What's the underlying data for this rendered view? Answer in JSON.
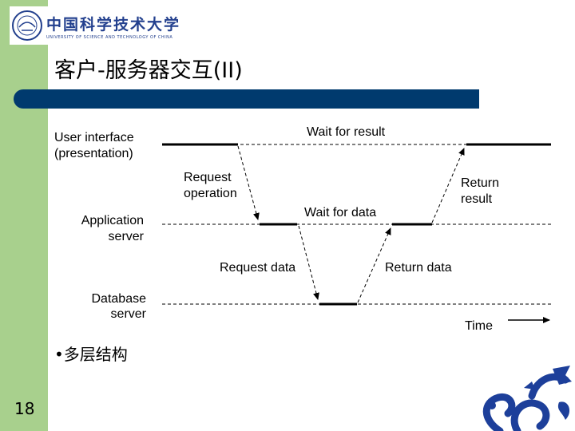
{
  "header": {
    "logo_cn": "中国科学技术大学",
    "logo_en": "UNIVERSITY OF SCIENCE AND TECHNOLOGY OF CHINA"
  },
  "slide": {
    "title": "客户-服务器交互(II)",
    "bullet": "•多层结构",
    "page_number": "18"
  },
  "diagram": {
    "lanes": {
      "ui_line1": "User interface",
      "ui_line2": "(presentation)",
      "app_line1": "Application",
      "app_line2": "server",
      "db_line1": "Database",
      "db_line2": "server"
    },
    "labels": {
      "wait_result": "Wait for result",
      "request_op_line1": "Request",
      "request_op_line2": "operation",
      "return_result_line1": "Return",
      "return_result_line2": "result",
      "wait_data": "Wait for data",
      "request_data": "Request data",
      "return_data": "Return data",
      "time": "Time"
    }
  },
  "colors": {
    "sidebar": "#a8d08d",
    "title_bar": "#003a6e",
    "logo_text": "#23408e",
    "dragon": "#1d3f9a"
  }
}
